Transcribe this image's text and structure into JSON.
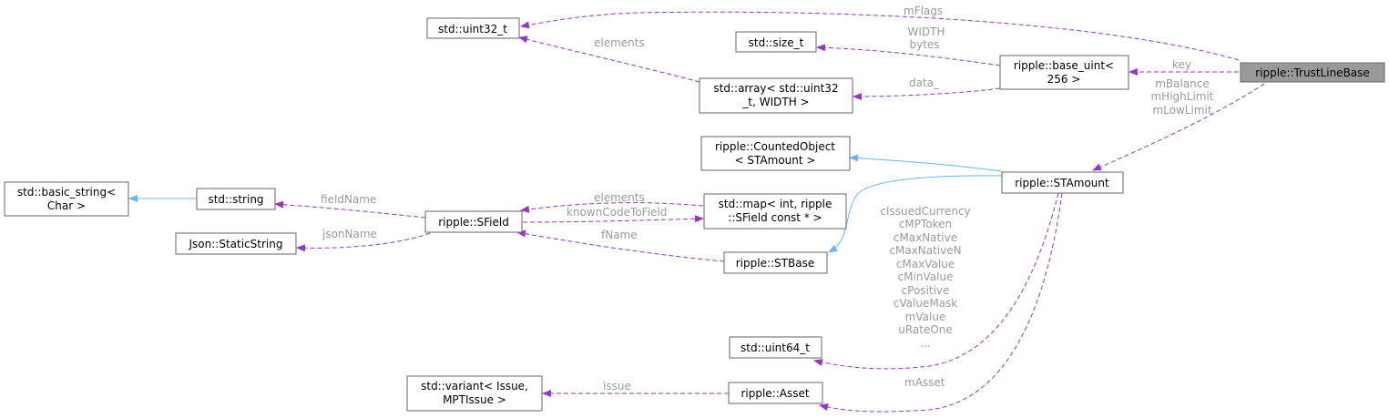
{
  "nodes": {
    "trustlinebase": "ripple::TrustLineBase",
    "uint32": "std::uint32_t",
    "size_t": "std::size_t",
    "base_uint": [
      "ripple::base_uint<",
      "256 >"
    ],
    "array": [
      "std::array< std::uint32",
      "_t, WIDTH >"
    ],
    "counted": [
      "ripple::CountedObject",
      "< STAmount >"
    ],
    "stamount": "ripple::STAmount",
    "basic_string": [
      "std::basic_string<",
      "Char >"
    ],
    "string": "std::string",
    "sfield": "ripple::SField",
    "map": [
      "std::map< int, ripple",
      "::SField const * >"
    ],
    "staticstring": "Json::StaticString",
    "stbase": "ripple::STBase",
    "uint64": "std::uint64_t",
    "variant": [
      "std::variant< Issue,",
      "MPTIssue >"
    ],
    "asset": "ripple::Asset"
  },
  "edge_labels": {
    "mflags": "mFlags",
    "key": "key",
    "trust_amounts": [
      "mBalance",
      "mHighLimit",
      "mLowLimit"
    ],
    "width_bytes": [
      "WIDTH",
      "bytes"
    ],
    "data": "data_",
    "array_elements": "elements",
    "fieldname": "fieldName",
    "map_elements": "elements",
    "knowncode": "knownCodeToField",
    "jsonname": "jsonName",
    "fname": "fName",
    "stamount_consts": [
      "cIssuedCurrency",
      "cMPToken",
      "cMaxNative",
      "cMaxNativeN",
      "cMaxValue",
      "cMinValue",
      "cPositive",
      "cValueMask",
      "mValue",
      "uRateOne",
      "..."
    ],
    "issue": "issue",
    "masset": "mAsset"
  },
  "colors": {
    "usage_edge": "#9a32cd",
    "inheritance_edge": "#63b8ff",
    "highlight_node": "#999999",
    "label_text": "#9a9a9a"
  }
}
